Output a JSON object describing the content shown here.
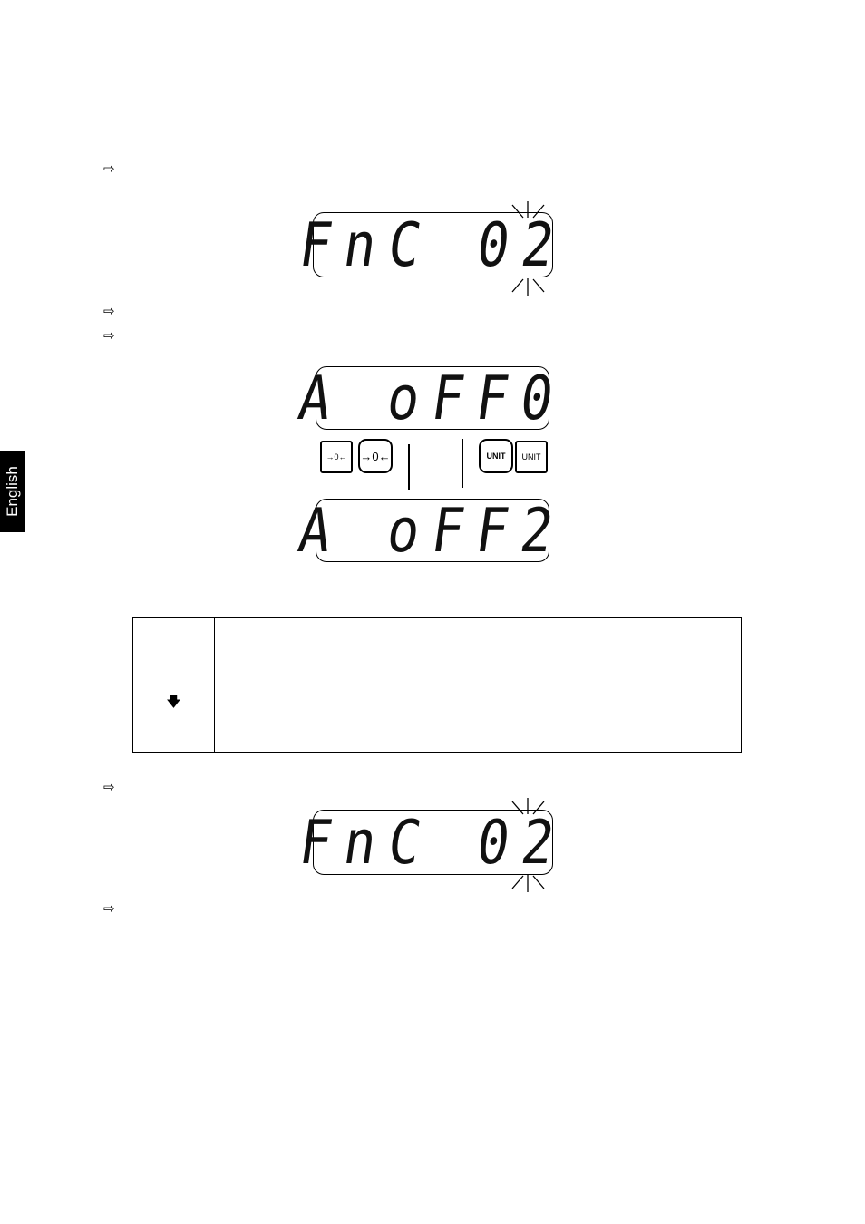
{
  "side_tab": {
    "label": "English"
  },
  "steps": {
    "bullet_icon": "hollow-right-arrow"
  },
  "displays": {
    "fnc_top": "FnC 02",
    "aoff_upper": "A oFF0",
    "aoff_lower": "A oFF2",
    "fnc_bottom": "FnC 02"
  },
  "keys": {
    "zero_small": "→0←",
    "zero_large": "→0←",
    "unit_large": "UNIT",
    "unit_small": "UNIT"
  },
  "table": {
    "row_icon": "down-arrow"
  }
}
